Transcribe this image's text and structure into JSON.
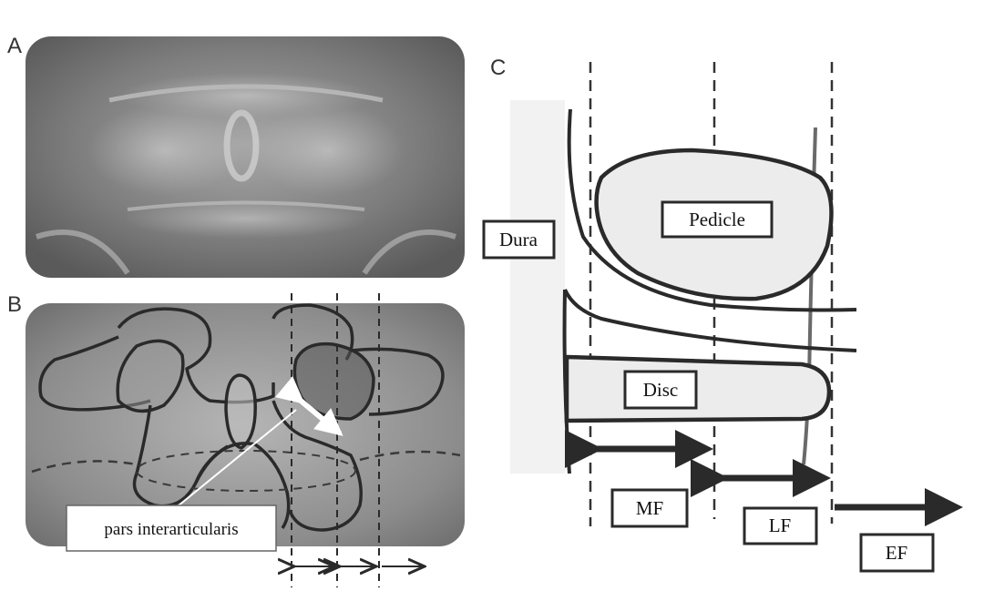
{
  "panels": {
    "a": {
      "letter": "A"
    },
    "b": {
      "letter": "B",
      "callout": "pars interarticularis"
    },
    "c": {
      "letter": "C"
    }
  },
  "labels": {
    "dura": "Dura",
    "pedicle": "Pedicle",
    "disc": "Disc",
    "mf": "MF",
    "lf": "LF",
    "ef": "EF"
  },
  "colors": {
    "ink": "#2a2a2a",
    "xray_dark": "#6a6a6a",
    "xray_light": "#cfcfcf",
    "fill_light": "#ececec"
  }
}
